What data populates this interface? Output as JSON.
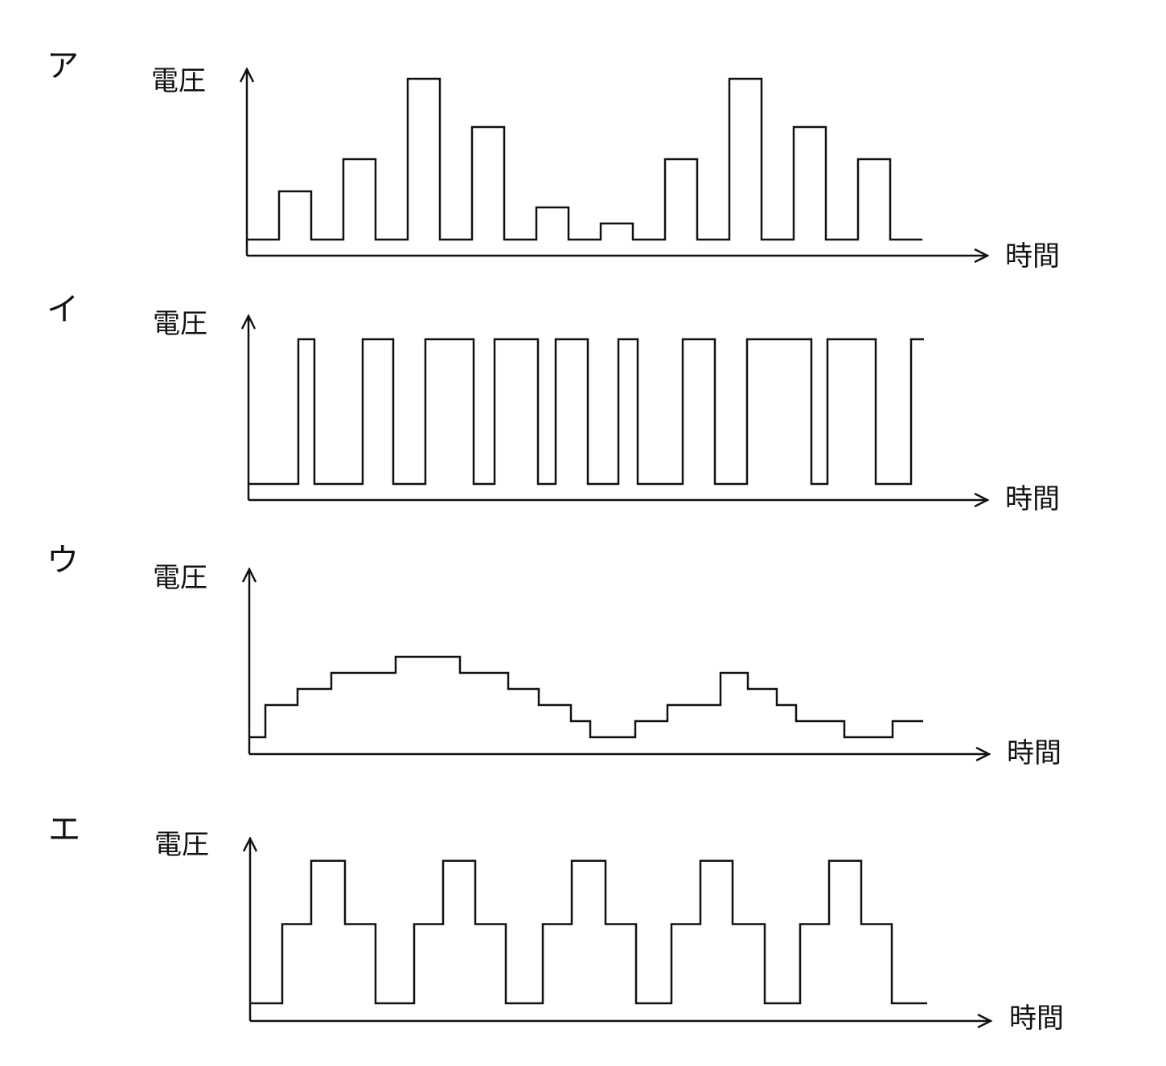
{
  "chart_data": [
    {
      "type": "line",
      "step": true,
      "label": "ア",
      "ylabel": "電圧",
      "xlabel": "時間",
      "times": [
        0,
        1,
        2,
        3,
        4,
        5,
        6,
        7,
        8,
        9,
        10,
        11,
        12,
        13,
        14,
        15,
        16,
        17,
        18,
        19,
        20,
        21
      ],
      "levels": [
        0,
        3,
        0,
        5,
        0,
        10,
        0,
        7,
        0,
        2,
        0,
        1,
        0,
        5,
        0,
        10,
        0,
        7,
        0,
        5,
        0
      ]
    },
    {
      "type": "line",
      "step": true,
      "label": "イ",
      "ylabel": "電圧",
      "xlabel": "時間",
      "times": [
        0,
        1.55,
        2.05,
        3.55,
        4.5,
        5.5,
        7.0,
        7.65,
        9.0,
        9.55,
        10.55,
        11.5,
        12.1,
        13.5,
        14.5,
        15.5,
        17.5,
        18.0,
        19.5,
        20.6,
        21.0
      ],
      "levels": [
        0,
        1,
        0,
        1,
        0,
        1,
        0,
        1,
        0,
        1,
        0,
        1,
        0,
        1,
        0,
        1,
        0,
        1,
        0,
        1
      ]
    },
    {
      "type": "line",
      "step": true,
      "label": "ウ",
      "ylabel": "電圧",
      "xlabel": "時間",
      "times": [
        0,
        0.5,
        1.5,
        2.55,
        4.55,
        6.55,
        8.05,
        9.0,
        10.0,
        10.6,
        12.0,
        13.0,
        14.65,
        15.5,
        16.4,
        17.0,
        18.5,
        20.0,
        20.95
      ],
      "levels": [
        1,
        3,
        4,
        5,
        6,
        5,
        4,
        3,
        2,
        1,
        2,
        3,
        5,
        4,
        3,
        2,
        1,
        2
      ]
    },
    {
      "type": "line",
      "step": true,
      "label": "エ",
      "ylabel": "電圧",
      "xlabel": "時間",
      "times": [
        0,
        1.0,
        1.9,
        2.95,
        3.9,
        5.1,
        6.0,
        7.0,
        7.95,
        9.1,
        10.0,
        11.05,
        12.0,
        13.1,
        14.0,
        15.0,
        16.0,
        17.1,
        18.0,
        19.0,
        19.95,
        21.05
      ],
      "levels": [
        0,
        5,
        9,
        5,
        0,
        5,
        9,
        5,
        0,
        5,
        9,
        5,
        0,
        5,
        9,
        5,
        0,
        5,
        9,
        5,
        0
      ]
    }
  ]
}
